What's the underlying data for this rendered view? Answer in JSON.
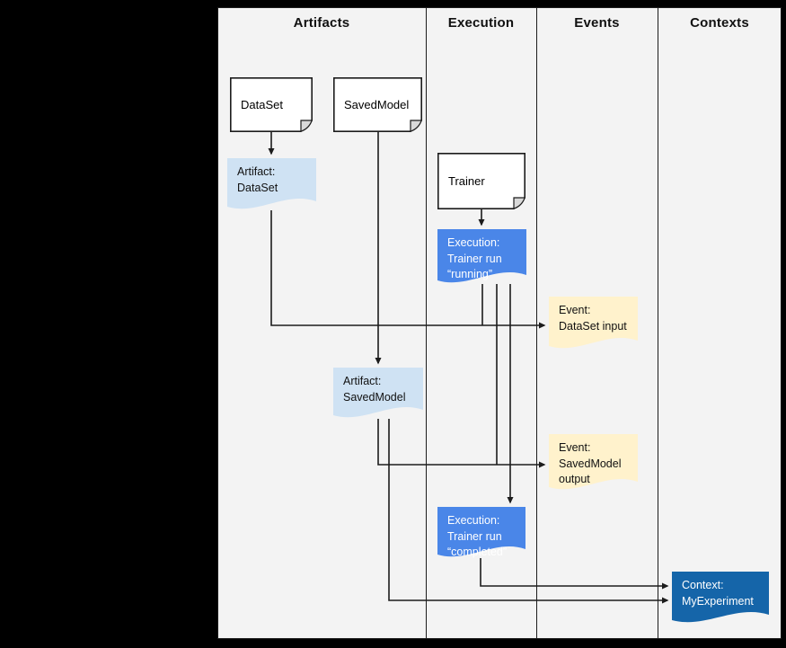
{
  "header": {
    "columns": [
      "Artifacts",
      "Execution",
      "Events",
      "Contexts"
    ]
  },
  "palette": {
    "background": "#000000",
    "table_background": "#f3f3f3",
    "line_color": "#1c1c1c",
    "note_white": "#ffffff",
    "artifact_light_blue": "#cfe2f3",
    "execution_blue": "#4a86e8",
    "event_yellow": "#fff2cc",
    "context_dark_blue": "#1565a9",
    "fold_gray": "#d9d9d9"
  },
  "nodes": [
    {
      "id": "dataset",
      "label": "DataSet",
      "fill": "#ffffff",
      "text_color": "#000000"
    },
    {
      "id": "savedmodel",
      "label": "SavedModel",
      "fill": "#ffffff",
      "text_color": "#000000"
    },
    {
      "id": "trainer",
      "label": "Trainer",
      "fill": "#ffffff",
      "text_color": "#000000"
    },
    {
      "id": "art-dataset",
      "label": "Artifact:\nDataSet",
      "fill": "#cfe2f3",
      "text_color": "#111111"
    },
    {
      "id": "exec-running",
      "label": "Execution:\nTrainer run\n“running”",
      "fill": "#4a86e8",
      "text_color": "#ffffff"
    },
    {
      "id": "event-input",
      "label": "Event:\nDataSet input",
      "fill": "#fff2cc",
      "text_color": "#111111"
    },
    {
      "id": "art-savedmodel",
      "label": "Artifact:\nSavedModel",
      "fill": "#cfe2f3",
      "text_color": "#111111"
    },
    {
      "id": "event-output",
      "label": "Event:\nSavedModel\noutput",
      "fill": "#fff2cc",
      "text_color": "#111111"
    },
    {
      "id": "exec-completed",
      "label": "Execution:\nTrainer run\n“completed”",
      "fill": "#4a86e8",
      "text_color": "#ffffff"
    },
    {
      "id": "context",
      "label": "Context:\nMyExperiment",
      "fill": "#1565a9",
      "text_color": "#ffffff"
    }
  ]
}
